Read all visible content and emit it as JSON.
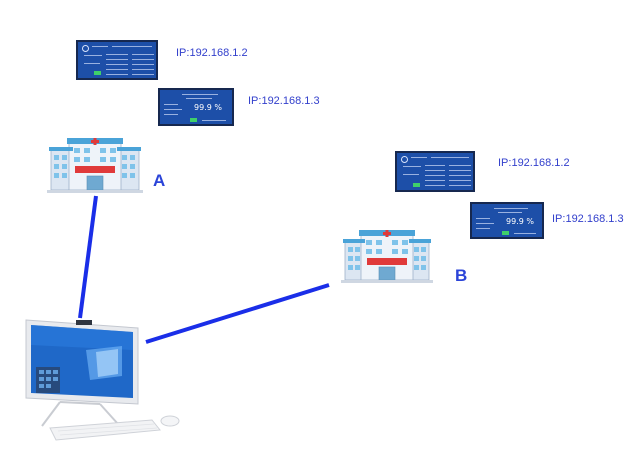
{
  "site_a": {
    "label": "A",
    "devices": [
      {
        "ip": "IP:192.168.1.2",
        "reading": ""
      },
      {
        "ip": "IP:192.168.1.3",
        "reading": "99.9 %"
      }
    ]
  },
  "site_b": {
    "label": "B",
    "devices": [
      {
        "ip": "IP:192.168.1.2",
        "reading": ""
      },
      {
        "ip": "IP:192.168.1.3",
        "reading": "99.9 %"
      }
    ]
  },
  "colors": {
    "link": "#1a2ee8",
    "label": "#3340cc",
    "panel": "#1d4fa8"
  },
  "icons": {
    "hospital": "hospital-icon",
    "computer": "desktop-computer-icon"
  }
}
